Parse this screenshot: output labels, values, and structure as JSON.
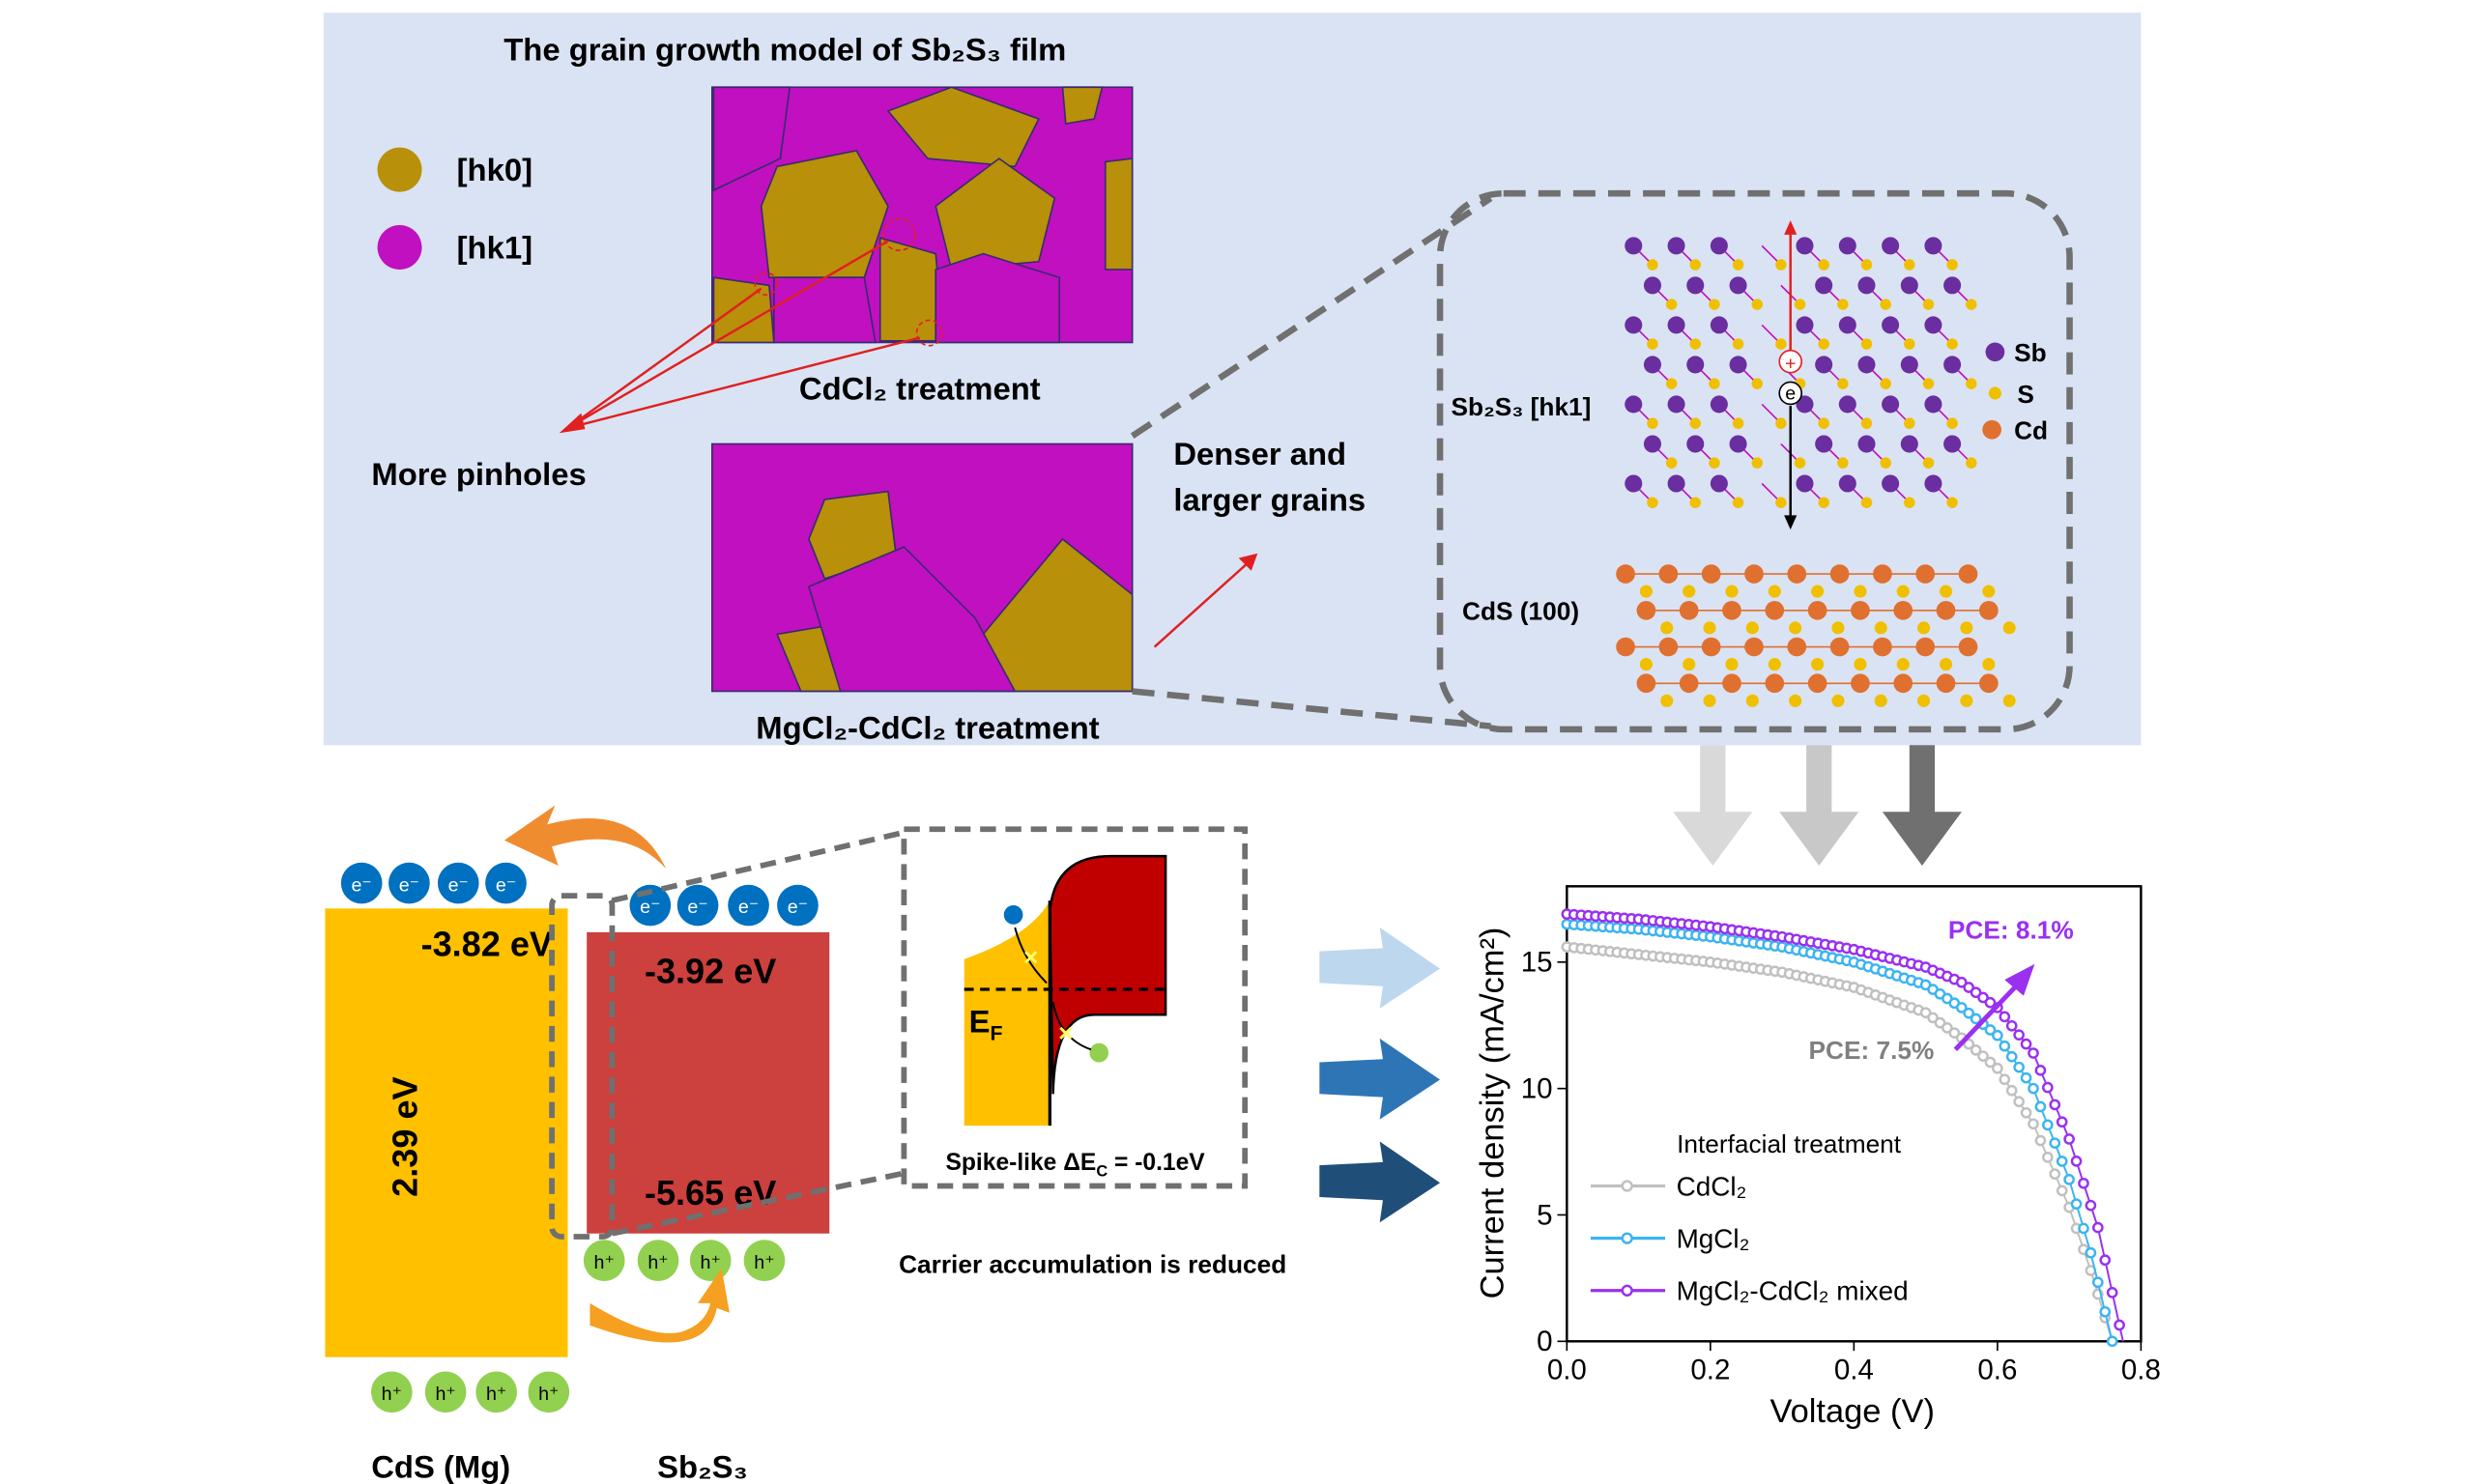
{
  "top_panel": {
    "title": "The grain growth model of Sb₂S₃ film",
    "legend": [
      {
        "label": "[hk0]",
        "color": "#b8900a"
      },
      {
        "label": "[hk1]",
        "color": "#c010c0"
      }
    ],
    "cdcl2_label": "CdCl₂ treatment",
    "pinholes_label": "More pinholes",
    "mixed_label": "MgCl₂-CdCl₂ treatment",
    "denser_line1": "Denser and",
    "denser_line2": "larger grains",
    "structure": {
      "sb2s3_label": "Sb₂S₃ [hk1]",
      "cds_label": "CdS (100)",
      "legend": [
        {
          "label": "Sb",
          "color": "#6a2ea0"
        },
        {
          "label": "S",
          "color": "#f0c000"
        },
        {
          "label": "Cd",
          "color": "#e07030"
        }
      ],
      "hole_symbol": "+",
      "electron_symbol": "e"
    },
    "background": "#dae3f3"
  },
  "band_diagram": {
    "cds_cb": "-3.82 eV",
    "sb_cb": "-3.92 eV",
    "sb_vb": "-5.65 eV",
    "cds_gap": "2.39 eV",
    "electron": "e⁻",
    "hole": "h⁺",
    "cds_label": "CdS  (Mg)",
    "sb_label": "Sb₂S₃",
    "inset_ef_main": "E",
    "inset_ef_sub": "F",
    "inset_caption_main": "Spike-like ΔE",
    "inset_caption_sub": "C",
    "inset_caption_tail": " = -0.1eV",
    "carrier_text": "Carrier accumulation is reduced",
    "cds_color": "#ffc000",
    "sb_color": "#cc403d"
  },
  "chart_data": {
    "type": "scatter",
    "xlabel": "Voltage (V)",
    "ylabel": "Current density (mA/cm²)",
    "xlim": [
      0,
      0.8
    ],
    "ylim": [
      0,
      18
    ],
    "xticks": [
      "0.0",
      "0.2",
      "0.4",
      "0.6",
      "0.8"
    ],
    "yticks": [
      "0",
      "5",
      "10",
      "15"
    ],
    "legend_title": "Interfacial treatment",
    "legend_position": "bottom-left",
    "annotations": [
      "PCE: 8.1%",
      "PCE: 7.5%"
    ],
    "series": [
      {
        "name": "CdCl₂",
        "color": "#c0c0c0",
        "points": [
          [
            0,
            15.6
          ],
          [
            0.1,
            15.3
          ],
          [
            0.2,
            15.0
          ],
          [
            0.3,
            14.6
          ],
          [
            0.4,
            14.0
          ],
          [
            0.5,
            13.0
          ],
          [
            0.55,
            12.0
          ],
          [
            0.6,
            10.8
          ],
          [
            0.65,
            8.6
          ],
          [
            0.7,
            5.3
          ],
          [
            0.73,
            2.8
          ],
          [
            0.76,
            0
          ]
        ]
      },
      {
        "name": "MgCl₂",
        "color": "#3cb4f0",
        "points": [
          [
            0,
            16.5
          ],
          [
            0.1,
            16.3
          ],
          [
            0.2,
            16.0
          ],
          [
            0.3,
            15.6
          ],
          [
            0.4,
            15.0
          ],
          [
            0.5,
            14.1
          ],
          [
            0.55,
            13.2
          ],
          [
            0.6,
            12.1
          ],
          [
            0.65,
            10.0
          ],
          [
            0.7,
            6.4
          ],
          [
            0.73,
            3.5
          ],
          [
            0.76,
            0
          ]
        ]
      },
      {
        "name": "MgCl₂-CdCl₂ mixed",
        "color": "#9a30f0",
        "points": [
          [
            0,
            16.9
          ],
          [
            0.1,
            16.7
          ],
          [
            0.2,
            16.4
          ],
          [
            0.3,
            16.0
          ],
          [
            0.4,
            15.5
          ],
          [
            0.5,
            14.8
          ],
          [
            0.55,
            14.2
          ],
          [
            0.6,
            13.2
          ],
          [
            0.65,
            11.4
          ],
          [
            0.7,
            8.0
          ],
          [
            0.74,
            4.5
          ],
          [
            0.775,
            0
          ]
        ]
      }
    ]
  }
}
